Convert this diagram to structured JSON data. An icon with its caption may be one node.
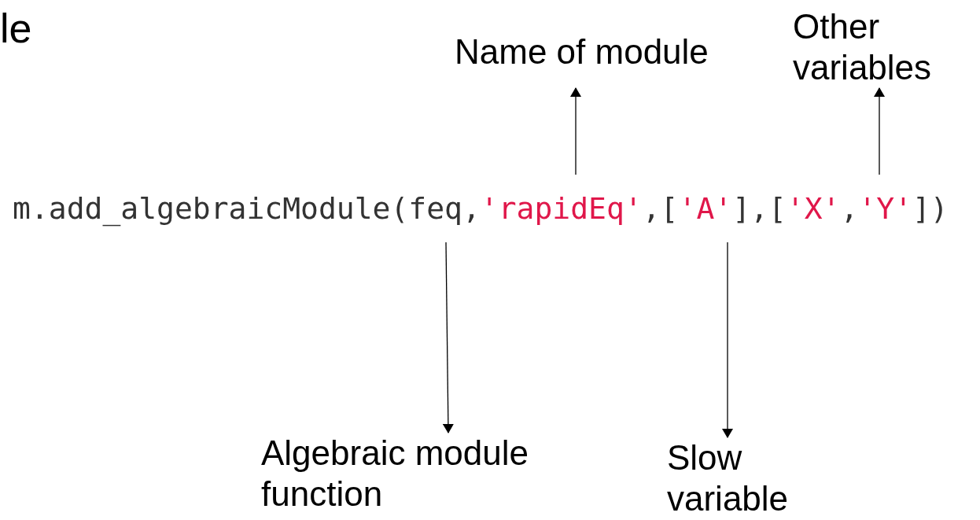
{
  "diagram": {
    "nodes": [
      {
        "text": [
          "m.add_algebraicModule(feq,'rapidEq',['A'],['X','Y'])"
        ]
      },
      {
        "text": [
          "Name of module"
        ]
      },
      {
        "text": [
          "Other variables"
        ]
      },
      {
        "text": [
          "Algebraic module function"
        ]
      },
      {
        "text": [
          "Slow variable"
        ]
      }
    ],
    "edges": [
      {
        "from": 0,
        "to": 1,
        "arrow": "to"
      },
      {
        "from": 0,
        "to": 2,
        "arrow": "to"
      },
      {
        "from": 0,
        "to": 3,
        "arrow": "to"
      },
      {
        "from": 0,
        "to": 4,
        "arrow": "to"
      }
    ],
    "labels": [
      "le"
    ]
  }
}
